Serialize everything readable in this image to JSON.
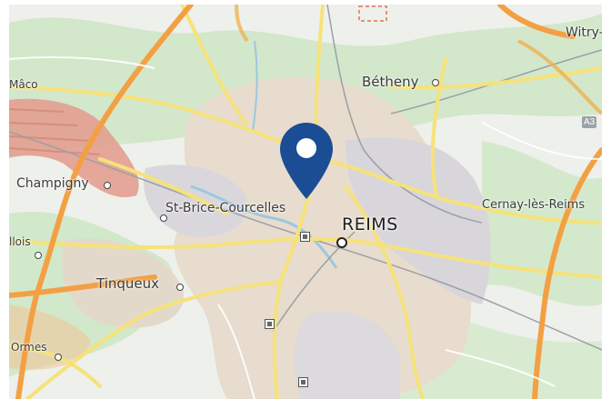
{
  "map": {
    "places": [
      {
        "name": "Witry-",
        "class": "town"
      },
      {
        "name": "Mâco",
        "class": "town-small"
      },
      {
        "name": "Bétheny",
        "class": "town"
      },
      {
        "name": "Champigny",
        "class": "town"
      },
      {
        "name": "St-Brice-Courcelles",
        "class": "town"
      },
      {
        "name": "REIMS",
        "class": "city"
      },
      {
        "name": "Cernay-lès-Reims",
        "class": "town"
      },
      {
        "name": "llois",
        "class": "town-small"
      },
      {
        "name": "Tinqueux",
        "class": "town"
      },
      {
        "name": "Ormes",
        "class": "town-small"
      }
    ],
    "road_shield": "A3",
    "marker": {
      "icon": "map-pin-icon",
      "color": "#1a4d94"
    },
    "colors": {
      "urban": "#e5dccf",
      "grey_urban": "#d6d6d9",
      "forest": "#c9e2c1",
      "motorway": "#f3a044",
      "main_road": "#f6e27a",
      "forbidden_zone": "#e39a8c"
    }
  }
}
